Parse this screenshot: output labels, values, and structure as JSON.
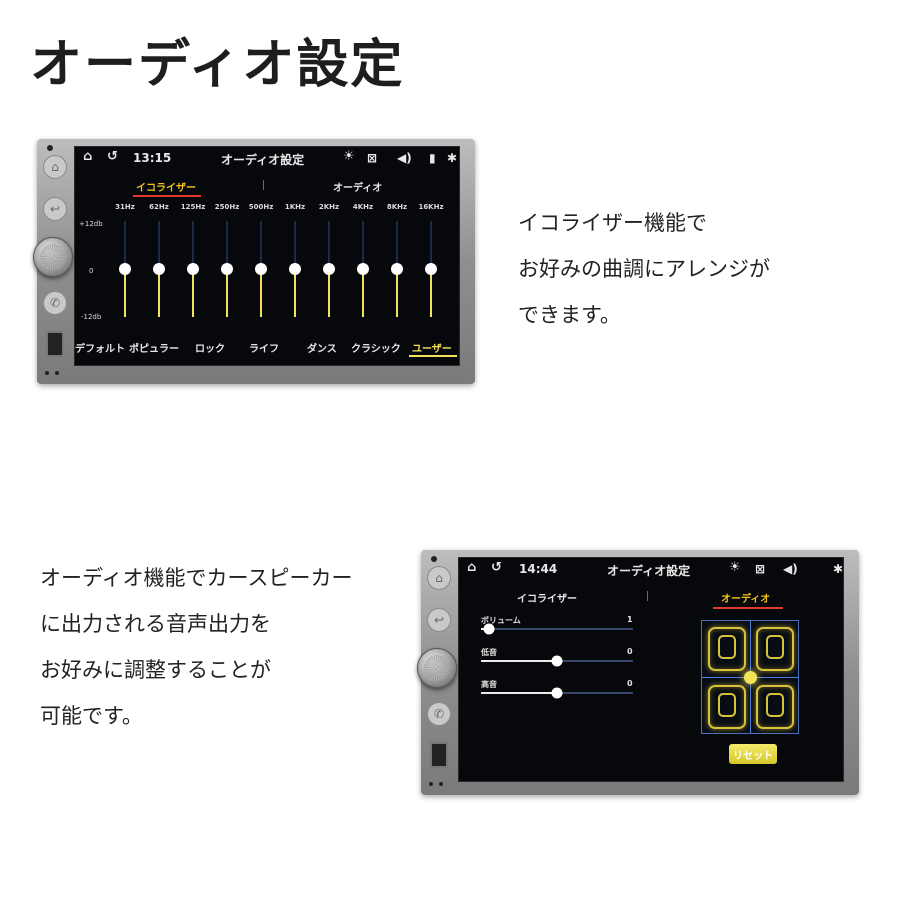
{
  "page_title": "オーディオ設定",
  "caption1": [
    "イコライザー機能で",
    "お好みの曲調にアレンジが",
    "できます。"
  ],
  "caption2": [
    "オーディオ機能でカースピーカー",
    "に出力される音声出力を",
    "お好みに調整することが",
    "可能です。"
  ],
  "screen1": {
    "time": "13:15",
    "title": "オーディオ設定",
    "tabs": [
      "イコライザー",
      "オーディオ"
    ],
    "active_tab": 0,
    "db_labels": [
      "+12db",
      "0",
      "-12db"
    ],
    "bands": [
      {
        "freq": "31Hz",
        "level": 0
      },
      {
        "freq": "62Hz",
        "level": 0
      },
      {
        "freq": "125Hz",
        "level": 0
      },
      {
        "freq": "250Hz",
        "level": 0
      },
      {
        "freq": "500Hz",
        "level": 0
      },
      {
        "freq": "1KHz",
        "level": 0
      },
      {
        "freq": "2KHz",
        "level": 0
      },
      {
        "freq": "4KHz",
        "level": 0
      },
      {
        "freq": "8KHz",
        "level": 0
      },
      {
        "freq": "16KHz",
        "level": 0
      }
    ],
    "presets": [
      "デフォルト",
      "ポピュラー",
      "ロック",
      "ライフ",
      "ダンス",
      "クラシック",
      "ユーザー"
    ],
    "active_preset": 6
  },
  "screen2": {
    "time": "14:44",
    "title": "オーディオ設定",
    "tabs": [
      "イコライザー",
      "オーディオ"
    ],
    "active_tab": 1,
    "sliders": [
      {
        "label": "ボリューム",
        "value": "1",
        "fraction": 0.05
      },
      {
        "label": "低音",
        "value": "0",
        "fraction": 0.5
      },
      {
        "label": "高音",
        "value": "0",
        "fraction": 0.5
      }
    ],
    "reset_label": "リセット"
  },
  "colors": {
    "accent_yellow": "#f4c21a",
    "tab_underline": "#e23a2a",
    "screen_bg": "#06080b"
  }
}
